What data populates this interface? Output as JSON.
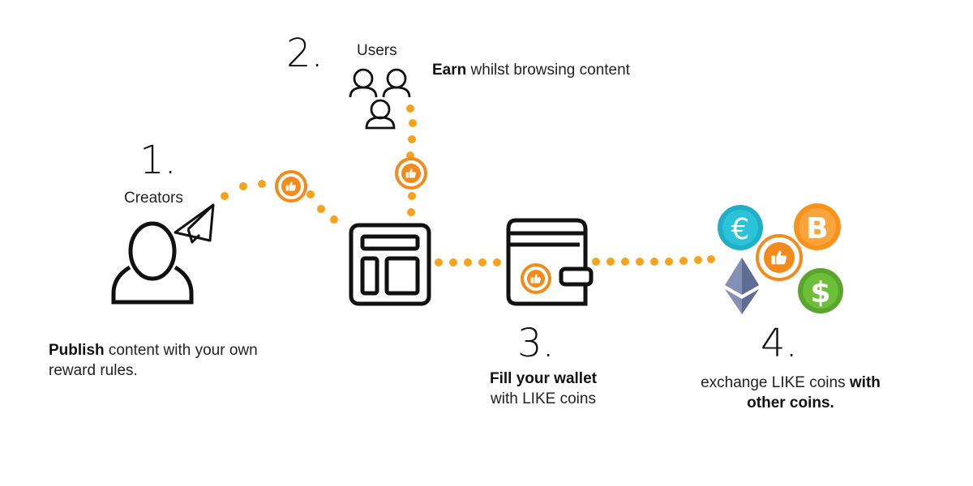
{
  "colors": {
    "dots": "#f7a21b",
    "like_coin": "#f28a1c",
    "euro": "#1fb0c7",
    "bitcoin": "#f7931a",
    "dollar": "#5aa52e",
    "ethereum": "#6e7ea8",
    "ink": "#111111"
  },
  "steps": {
    "creators": {
      "number": "1.",
      "role": "Creators",
      "desc_bold": "Publish",
      "desc_line1_rest": " content with your own",
      "desc_line2": "reward rules."
    },
    "users": {
      "number": "2.",
      "role": "Users",
      "desc_bold": "Earn",
      "desc_rest": " whilst browsing content"
    },
    "wallet": {
      "number": "3.",
      "desc_bold": "Fill your wallet",
      "desc_line2": "with LIKE coins"
    },
    "exchange": {
      "number": "4.",
      "desc_line1_plain": "exchange LIKE coins ",
      "desc_line1_bold": "with",
      "desc_line2_bold": "other coins."
    }
  },
  "icons": {
    "creator": "person-icon",
    "send": "paper-plane-icon",
    "users": "users-group-icon",
    "content": "content-layout-icon",
    "wallet": "wallet-icon",
    "like_coin": "thumbs-up-coin-icon",
    "euro": "euro-coin-icon",
    "bitcoin": "bitcoin-coin-icon",
    "dollar": "dollar-coin-icon",
    "ethereum": "ethereum-icon"
  }
}
